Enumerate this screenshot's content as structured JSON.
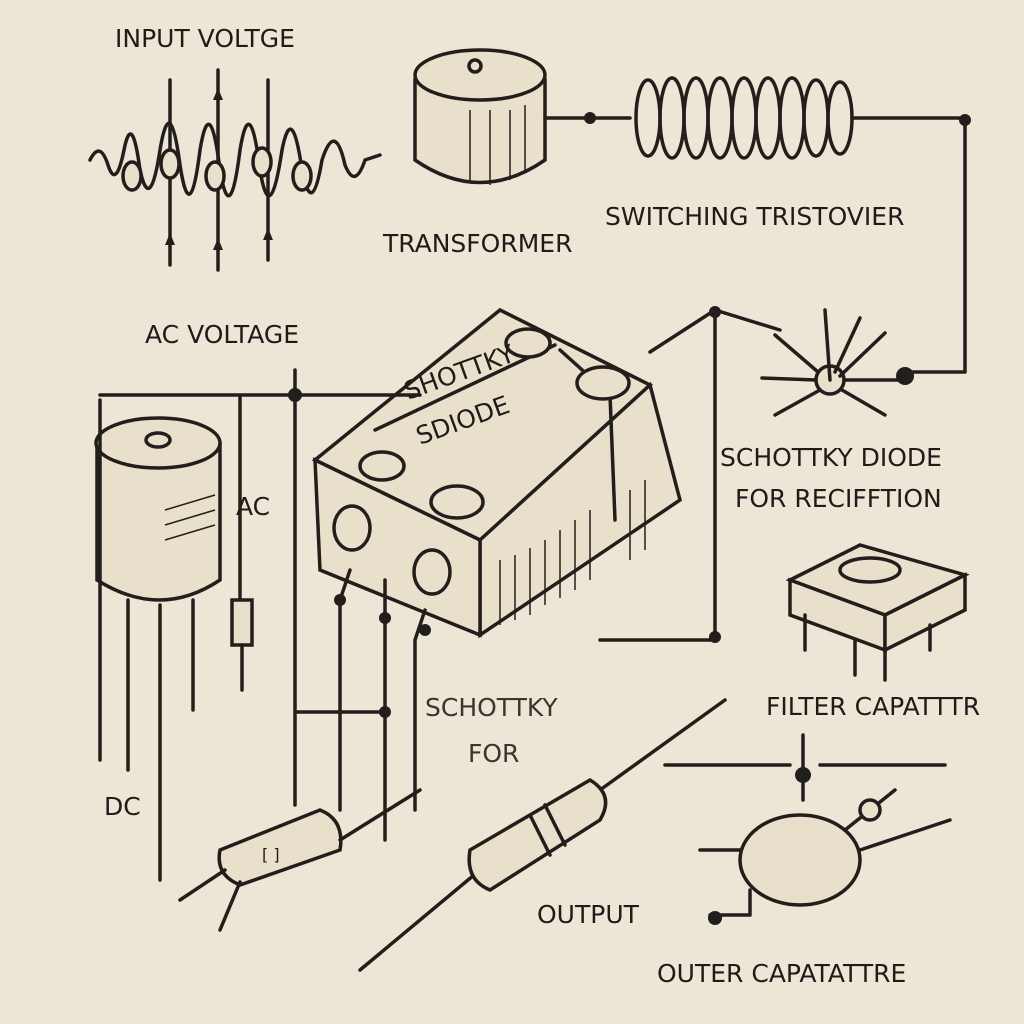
{
  "labels": {
    "input_voltage": "INPUT VOLTGE",
    "transformer": "TRANSFORMER",
    "switching_transistor": "SWITCHING TRISTOVIER",
    "ac_voltage": "AC VOLTAGE",
    "block_line1": "SHOTTKY",
    "block_line2": "SDIODE",
    "schottky_diode_line1": "SCHOTTKY DIODE",
    "schottky_diode_line2": "FOR RECIFFTION",
    "ac": "AC",
    "schottky_line1": "SCHOTTKY",
    "schottky_line2": "FOR",
    "filter_capacitor": "FILTER CAPATTTR",
    "dc": "DC",
    "output": "OUTPUT",
    "outer_capacitor": "OUTER CAPATATTRE"
  },
  "colors": {
    "paper": "#ede6d6",
    "ink": "#221e1b"
  }
}
